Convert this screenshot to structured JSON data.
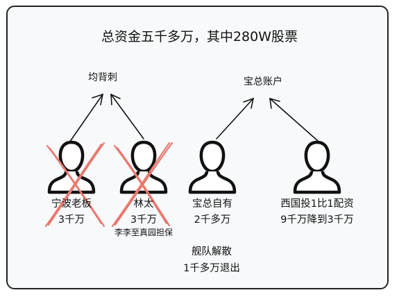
{
  "title": "总资金五千多万，其中280W股票",
  "targets": {
    "left": "均背刺",
    "right": "宝总账户"
  },
  "people": [
    {
      "name": "宁波老板",
      "amount": "3千万",
      "crossed": true
    },
    {
      "name": "林太",
      "amount": "3千万",
      "note": "李李至真园担保",
      "crossed": true
    },
    {
      "name": "宝总自有",
      "amount": "2千多万",
      "crossed": false
    },
    {
      "name": "西国投1比1配资",
      "amount": "9千万降到3千万",
      "crossed": false
    }
  ],
  "fleet": {
    "line1": "舰队解散",
    "line2": "1千多万退出"
  },
  "colors": {
    "cross": "#e8796e",
    "ink": "#111111",
    "frame": "#222222"
  }
}
